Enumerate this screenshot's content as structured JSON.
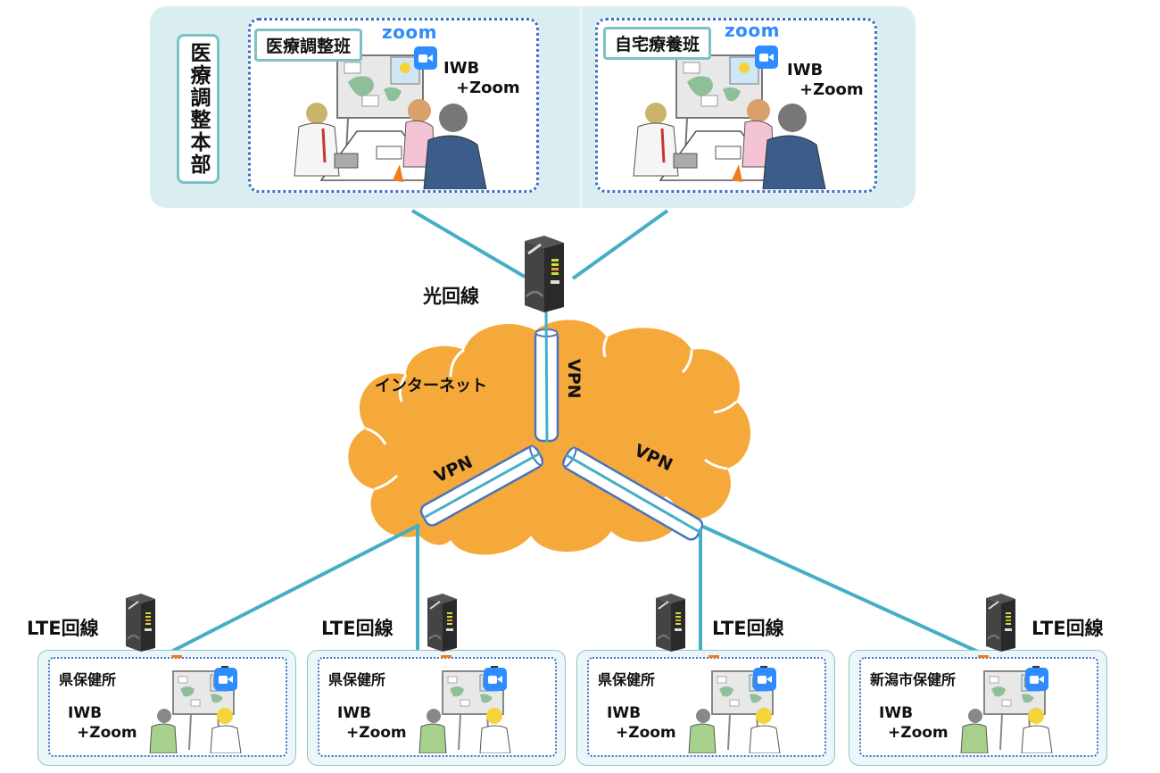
{
  "colors": {
    "wire": "#45aec7",
    "cloud": "#f6a93b",
    "tunnel_border": "#4a73bd",
    "hq_panel": "#daeef1",
    "room_border": "#3d6fc5",
    "zoom_blue": "#2d8cff",
    "label_border": "#7cc1c6"
  },
  "headquarters": {
    "title": "医療調整本部",
    "rooms": [
      {
        "label": "医療調整班",
        "logo": "zoom",
        "device_line1": "IWB",
        "device_line2": "+Zoom",
        "icon": "zoom-camera-icon"
      },
      {
        "label": "自宅療養班",
        "logo": "zoom",
        "device_line1": "IWB",
        "device_line2": "+Zoom",
        "icon": "zoom-camera-icon"
      }
    ]
  },
  "network": {
    "hq_line_label": "光回線",
    "internet_label": "インターネット",
    "vpn_labels": [
      "VPN",
      "VPN",
      "VPN"
    ]
  },
  "sites": [
    {
      "name": "県保健所",
      "line_label": "LTE回線",
      "device_line1": "IWB",
      "device_line2": "+Zoom"
    },
    {
      "name": "県保健所",
      "line_label": "LTE回線",
      "device_line1": "IWB",
      "device_line2": "+Zoom"
    },
    {
      "name": "県保健所",
      "line_label": "LTE回線",
      "device_line1": "IWB",
      "device_line2": "+Zoom"
    },
    {
      "name": "新潟市保健所",
      "line_label": "LTE回線",
      "device_line1": "IWB",
      "device_line2": "+Zoom"
    }
  ]
}
